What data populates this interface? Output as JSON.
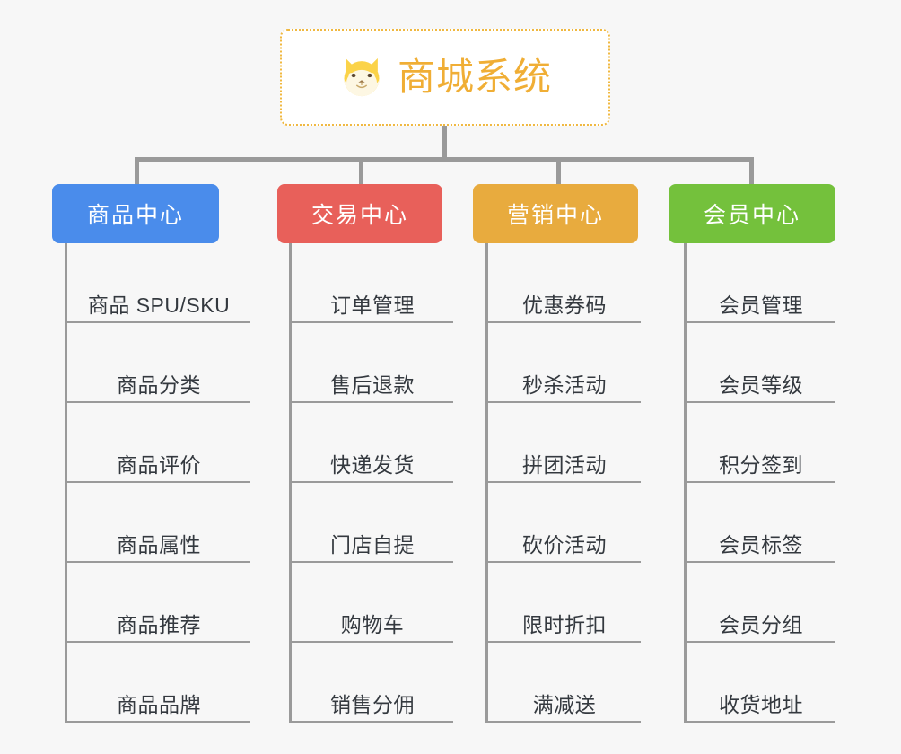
{
  "background_color": "#f7f7f7",
  "root": {
    "title": "商城系统",
    "icon": "shiba-dog-emoji",
    "text_color": "#f0ae35",
    "border_color": "#f0b840",
    "background": "#ffffff"
  },
  "connector_color": "#9a9a9a",
  "columns": [
    {
      "id": "product-center",
      "title": "商品中心",
      "color": "#4a8ceb",
      "items": [
        "商品 SPU/SKU",
        "商品分类",
        "商品评价",
        "商品属性",
        "商品推荐",
        "商品品牌"
      ]
    },
    {
      "id": "trade-center",
      "title": "交易中心",
      "color": "#e8605a",
      "items": [
        "订单管理",
        "售后退款",
        "快递发货",
        "门店自提",
        "购物车",
        "销售分佣"
      ]
    },
    {
      "id": "marketing-center",
      "title": "营销中心",
      "color": "#e8ab3e",
      "items": [
        "优惠券码",
        "秒杀活动",
        "拼团活动",
        "砍价活动",
        "限时折扣",
        "满减送"
      ]
    },
    {
      "id": "member-center",
      "title": "会员中心",
      "color": "#74c13c",
      "items": [
        "会员管理",
        "会员等级",
        "积分签到",
        "会员标签",
        "会员分组",
        "收货地址"
      ]
    }
  ]
}
